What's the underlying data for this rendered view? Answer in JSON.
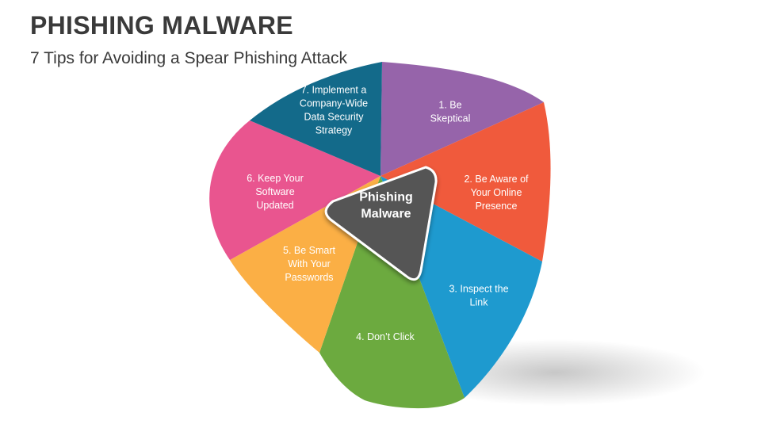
{
  "slide": {
    "title": "PHISHING MALWARE",
    "subtitle": "7 Tips for Avoiding a Spear Phishing Attack"
  },
  "center": {
    "lines": [
      "Phishing",
      "Malware"
    ],
    "color": "#555555"
  },
  "tips": [
    {
      "lines": [
        "1. Be",
        "Skeptical"
      ],
      "color": "#9664AA"
    },
    {
      "lines": [
        "2. Be Aware of",
        "Your Online",
        "Presence"
      ],
      "color": "#F05A3C"
    },
    {
      "lines": [
        "3. Inspect the",
        "Link"
      ],
      "color": "#1E9ACF"
    },
    {
      "lines": [
        "4. Don’t Click"
      ],
      "color": "#6CAA3F"
    },
    {
      "lines": [
        "5. Be Smart",
        "With Your",
        "Passwords"
      ],
      "color": "#FBAF45"
    },
    {
      "lines": [
        "6. Keep Your",
        "Software",
        "Updated"
      ],
      "color": "#E9558F"
    },
    {
      "lines": [
        "7. Implement a",
        "Company-Wide",
        "Data Security",
        "Strategy"
      ],
      "color": "#136A8A"
    }
  ]
}
